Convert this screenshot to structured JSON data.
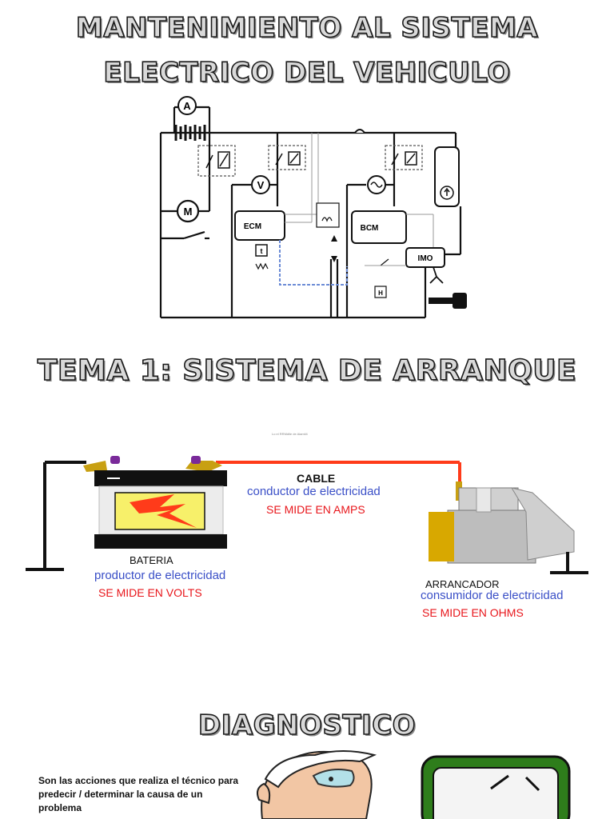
{
  "header": {
    "title_line1": "MANTENIMIENTO AL SISTEMA",
    "title_line2": "ELECTRICO DEL VEHICULO"
  },
  "diagram": {
    "labels": {
      "ammeter": "A",
      "motor": "M",
      "voltmeter": "V",
      "ecm": "ECM",
      "bcm": "BCM",
      "imo": "IMO",
      "sensor": "t",
      "h_box": "H"
    }
  },
  "section1": {
    "title": "TEMA 1: SISTEMA DE ARRANQUE",
    "tiny_caption": "Lo el RRMdlle de Alamil4",
    "cable": {
      "title": "CABLE",
      "description": "conductor de electricidad",
      "measure": "SE MIDE EN AMPS"
    },
    "battery": {
      "title": "BATERIA",
      "description": "productor de electricidad",
      "measure": "SE MIDE EN VOLTS"
    },
    "starter": {
      "title": "ARRANCADOR",
      "description": "consumidor de electricidad",
      "measure": "SE MIDE EN OHMS"
    }
  },
  "section2": {
    "title": "DIAGNOSTICO",
    "definition": "Son las acciones que realiza el técnico para predecir / determinar la causa de un problema"
  },
  "colors": {
    "blue_text": "#3a4fc7",
    "red_text": "#e8161b",
    "cable_red": "#ff3b1a",
    "battery_yellow": "#f7f06a",
    "terminal_gold": "#c8a012",
    "cartoon_frame_green": "#2e7d1b"
  }
}
